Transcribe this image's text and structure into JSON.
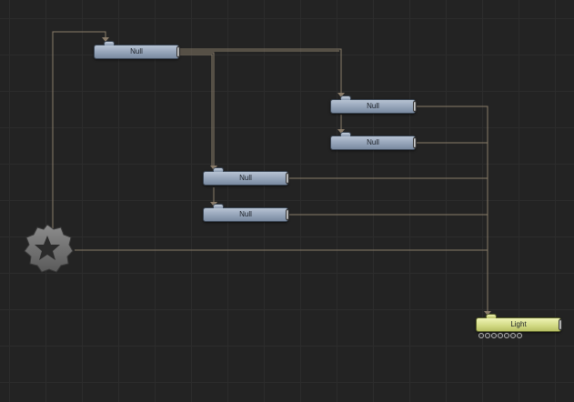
{
  "canvas": {
    "background_color": "#232323",
    "grid_color": "#2c2c2c",
    "wire_color": "#8a7c6a"
  },
  "scene_root": {
    "icon": "gear-icon"
  },
  "nodes": {
    "null_top": {
      "label": "Null",
      "type": "null"
    },
    "null_right_1": {
      "label": "Null",
      "type": "null"
    },
    "null_right_2": {
      "label": "Null",
      "type": "null"
    },
    "null_mid_1": {
      "label": "Null",
      "type": "null"
    },
    "null_mid_2": {
      "label": "Null",
      "type": "null"
    },
    "light": {
      "label": "Light",
      "type": "light",
      "port_count": 7
    }
  }
}
